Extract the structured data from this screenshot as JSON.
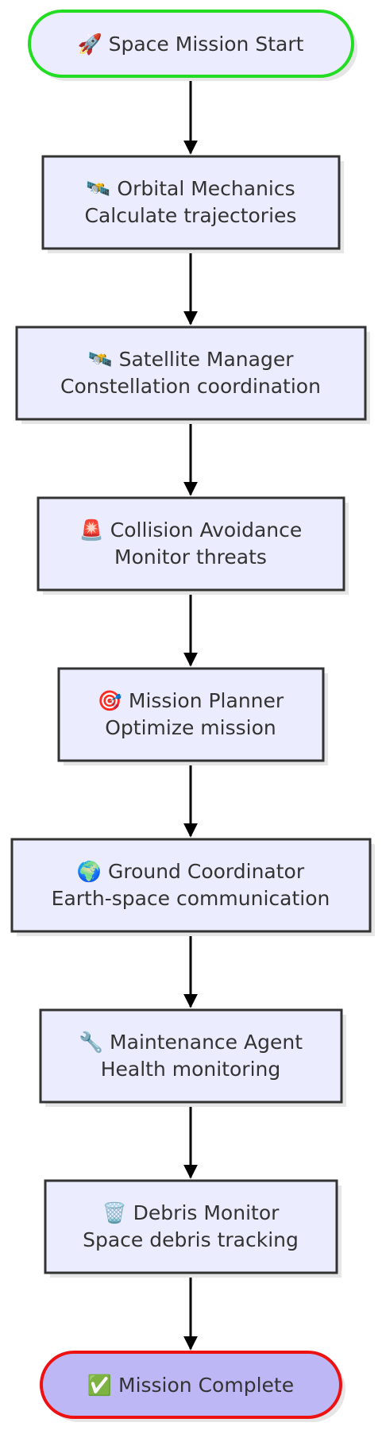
{
  "colors": {
    "node_fill": "#ECECFF",
    "node_stroke": "#333333",
    "start_stroke": "#22DD22",
    "end_fill": "#BDB8F5",
    "end_stroke": "#EE1111",
    "edge": "#000000",
    "text": "#333333",
    "shadow": "#E6E6E6"
  },
  "start": {
    "icon": "rocket-icon",
    "label": "🚀 Space Mission Start"
  },
  "nodes": [
    {
      "icon": "satellite-icon",
      "title": "🛰️ Orbital Mechanics",
      "subtitle": "Calculate trajectories"
    },
    {
      "icon": "satellite-icon",
      "title": "🛰️ Satellite Manager",
      "subtitle": "Constellation coordination"
    },
    {
      "icon": "siren-icon",
      "title": "🚨 Collision Avoidance",
      "subtitle": "Monitor threats"
    },
    {
      "icon": "target-icon",
      "title": "🎯 Mission Planner",
      "subtitle": "Optimize mission"
    },
    {
      "icon": "globe-icon",
      "title": "🌍 Ground Coordinator",
      "subtitle": "Earth-space communication"
    },
    {
      "icon": "wrench-icon",
      "title": "🔧 Maintenance Agent",
      "subtitle": "Health monitoring"
    },
    {
      "icon": "wastebasket-icon",
      "title": "🗑️ Debris Monitor",
      "subtitle": "Space debris tracking"
    }
  ],
  "end": {
    "icon": "check-mark-icon",
    "label": "✅ Mission Complete"
  }
}
